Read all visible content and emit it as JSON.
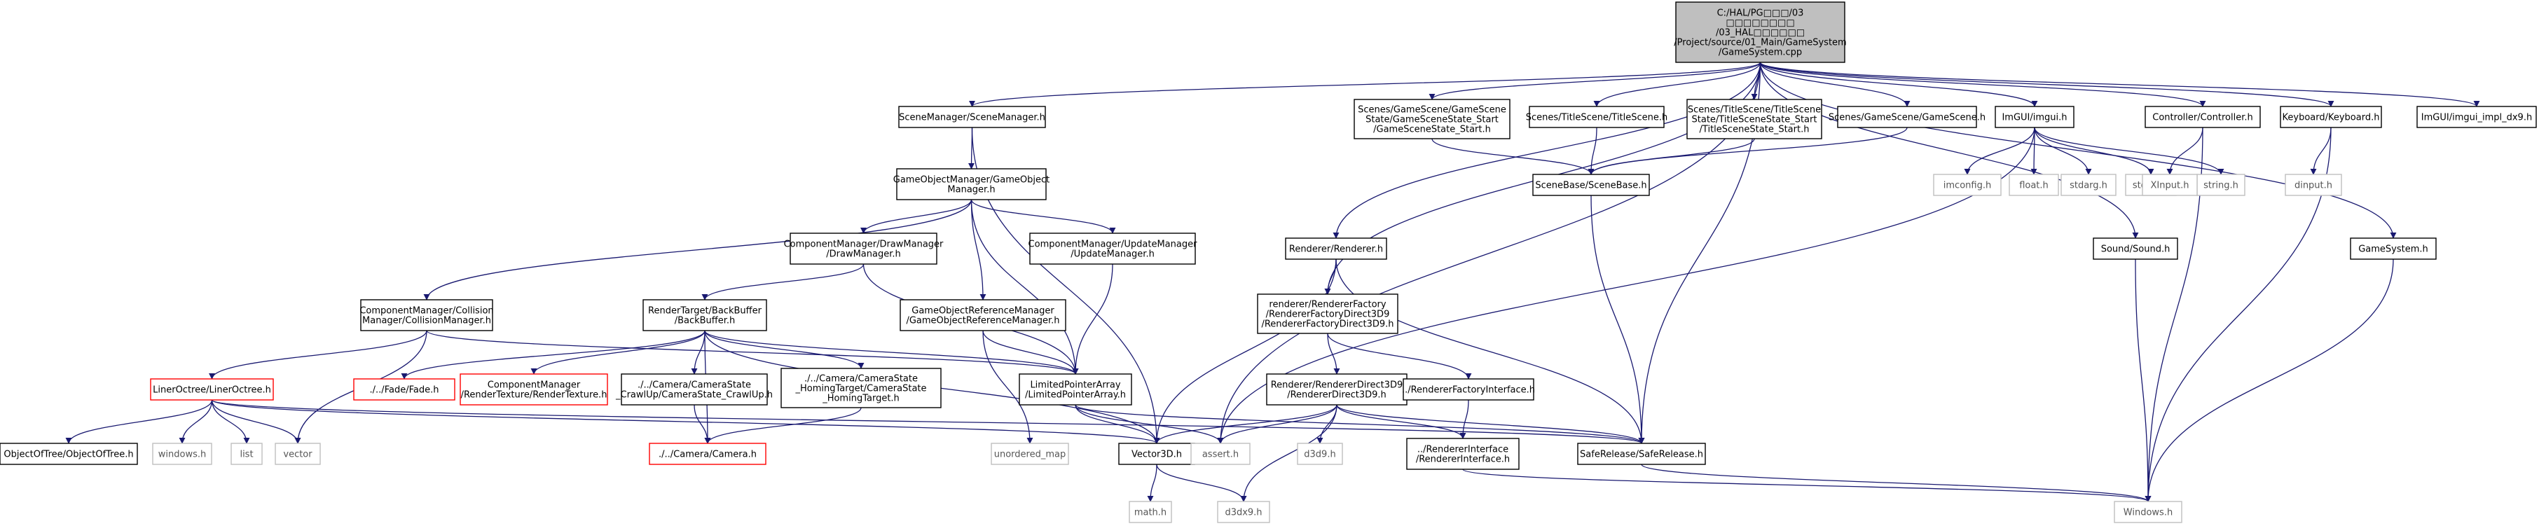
{
  "diagram": {
    "style": {
      "root_fill": "#bfbfbf",
      "node_fill": "#ffffff",
      "node_border": "#000000",
      "external_border": "#bfbfbf",
      "external_text": "#555555",
      "incomplete_border": "#ff0000",
      "edge_color": "#191970"
    },
    "nodes": [
      {
        "id": "root",
        "kind": "root",
        "lines": [
          "C:/HAL/PG□□□/03",
          "□□□□□□□□",
          "/03_HAL□□□□□□",
          "/Project/source/01_Main/GameSystem",
          "/GameSystem.cpp"
        ]
      },
      {
        "id": "scenemgr",
        "kind": "normal",
        "lines": [
          "SceneManager/SceneManager.h"
        ]
      },
      {
        "id": "gamescene_start",
        "kind": "normal",
        "lines": [
          "Scenes/GameScene/GameScene",
          "State/GameSceneState_Start",
          "/GameSceneState_Start.h"
        ]
      },
      {
        "id": "titlescene",
        "kind": "normal",
        "lines": [
          "Scenes/TitleScene/TitleScene.h"
        ]
      },
      {
        "id": "titlescene_start",
        "kind": "normal",
        "lines": [
          "Scenes/TitleScene/TitleScene",
          "State/TitleSceneState_Start",
          "/TitleSceneState_Start.h"
        ]
      },
      {
        "id": "gamescene",
        "kind": "normal",
        "lines": [
          "Scenes/GameScene/GameScene.h"
        ]
      },
      {
        "id": "imgui",
        "kind": "normal",
        "lines": [
          "ImGUI/imgui.h"
        ]
      },
      {
        "id": "controller",
        "kind": "normal",
        "lines": [
          "Controller/Controller.h"
        ]
      },
      {
        "id": "keyboard",
        "kind": "normal",
        "lines": [
          "Keyboard/Keyboard.h"
        ]
      },
      {
        "id": "imgui_dx9",
        "kind": "normal",
        "lines": [
          "ImGUI/imgui_impl_dx9.h"
        ]
      },
      {
        "id": "gomgr",
        "kind": "normal",
        "lines": [
          "GameObjectManager/GameObject",
          "Manager.h"
        ]
      },
      {
        "id": "scenebase",
        "kind": "normal",
        "lines": [
          "SceneBase/SceneBase.h"
        ]
      },
      {
        "id": "imconfig",
        "kind": "external",
        "lines": [
          "imconfig.h"
        ]
      },
      {
        "id": "float",
        "kind": "external",
        "lines": [
          "float.h"
        ]
      },
      {
        "id": "stdarg",
        "kind": "external",
        "lines": [
          "stdarg.h"
        ]
      },
      {
        "id": "stddef",
        "kind": "external",
        "lines": [
          "stddef.h"
        ]
      },
      {
        "id": "string",
        "kind": "external",
        "lines": [
          "string.h"
        ]
      },
      {
        "id": "xinput",
        "kind": "external",
        "lines": [
          "XInput.h"
        ]
      },
      {
        "id": "dinput",
        "kind": "external",
        "lines": [
          "dinput.h"
        ]
      },
      {
        "id": "drawmgr",
        "kind": "normal",
        "lines": [
          "ComponentManager/DrawManager",
          "/DrawManager.h"
        ]
      },
      {
        "id": "updatemgr",
        "kind": "normal",
        "lines": [
          "ComponentManager/UpdateManager",
          "/UpdateManager.h"
        ]
      },
      {
        "id": "renderer",
        "kind": "normal",
        "lines": [
          "Renderer/Renderer.h"
        ]
      },
      {
        "id": "sound",
        "kind": "normal",
        "lines": [
          "Sound/Sound.h"
        ]
      },
      {
        "id": "gamesystem",
        "kind": "normal",
        "lines": [
          "GameSystem.h"
        ]
      },
      {
        "id": "collisionmgr",
        "kind": "normal",
        "lines": [
          "ComponentManager/Collision",
          "Manager/CollisionManager.h"
        ]
      },
      {
        "id": "backbuffer",
        "kind": "normal",
        "lines": [
          "RenderTarget/BackBuffer",
          "/BackBuffer.h"
        ]
      },
      {
        "id": "goref",
        "kind": "normal",
        "lines": [
          "GameObjectReferenceManager",
          "/GameObjectReferenceManager.h"
        ]
      },
      {
        "id": "rendfactory",
        "kind": "normal",
        "lines": [
          "renderer/RendererFactory",
          "/RendererFactoryDirect3D9",
          "/RendererFactoryDirect3D9.h"
        ]
      },
      {
        "id": "linertree",
        "kind": "incomplete",
        "lines": [
          "LinerOctree/LinerOctree.h"
        ]
      },
      {
        "id": "fade",
        "kind": "incomplete",
        "lines": [
          "./../Fade/Fade.h"
        ]
      },
      {
        "id": "rendtexture",
        "kind": "incomplete",
        "lines": [
          "ComponentManager",
          "/RenderTexture/RenderTexture.h"
        ]
      },
      {
        "id": "crawlup",
        "kind": "normal",
        "lines": [
          "./../Camera/CameraState",
          "_CrawlUp/CameraState_CrawlUp.h"
        ]
      },
      {
        "id": "homingtarget",
        "kind": "normal",
        "lines": [
          "./../Camera/CameraState",
          "_HomingTarget/CameraState",
          "_HomingTarget.h"
        ]
      },
      {
        "id": "limitedptr",
        "kind": "normal",
        "lines": [
          "LimitedPointerArray",
          "/LimitedPointerArray.h"
        ]
      },
      {
        "id": "rendd3d9",
        "kind": "normal",
        "lines": [
          "Renderer/RendererDirect3D9",
          "/RendererDirect3D9.h"
        ]
      },
      {
        "id": "rendfactoryif",
        "kind": "normal",
        "lines": [
          "../RendererFactoryInterface.h"
        ]
      },
      {
        "id": "objoftree",
        "kind": "normal",
        "lines": [
          "ObjectOfTree/ObjectOfTree.h"
        ]
      },
      {
        "id": "windows_lc",
        "kind": "external",
        "lines": [
          "windows.h"
        ]
      },
      {
        "id": "list",
        "kind": "external",
        "lines": [
          "list"
        ]
      },
      {
        "id": "vector",
        "kind": "external",
        "lines": [
          "vector"
        ]
      },
      {
        "id": "camera",
        "kind": "incomplete",
        "lines": [
          "./../Camera/Camera.h"
        ]
      },
      {
        "id": "unordered_map",
        "kind": "external",
        "lines": [
          "unordered_map"
        ]
      },
      {
        "id": "vector3d",
        "kind": "normal",
        "lines": [
          "Vector3D.h"
        ]
      },
      {
        "id": "assert",
        "kind": "external",
        "lines": [
          "assert.h"
        ]
      },
      {
        "id": "d3d9",
        "kind": "external",
        "lines": [
          "d3d9.h"
        ]
      },
      {
        "id": "rendif",
        "kind": "normal",
        "lines": [
          "../RendererInterface",
          "/RendererInterface.h"
        ]
      },
      {
        "id": "saferelease",
        "kind": "normal",
        "lines": [
          "SafeRelease/SafeRelease.h"
        ]
      },
      {
        "id": "math",
        "kind": "external",
        "lines": [
          "math.h"
        ]
      },
      {
        "id": "d3dx9",
        "kind": "external",
        "lines": [
          "d3dx9.h"
        ]
      },
      {
        "id": "windows_uc",
        "kind": "external",
        "lines": [
          "Windows.h"
        ]
      }
    ]
  }
}
